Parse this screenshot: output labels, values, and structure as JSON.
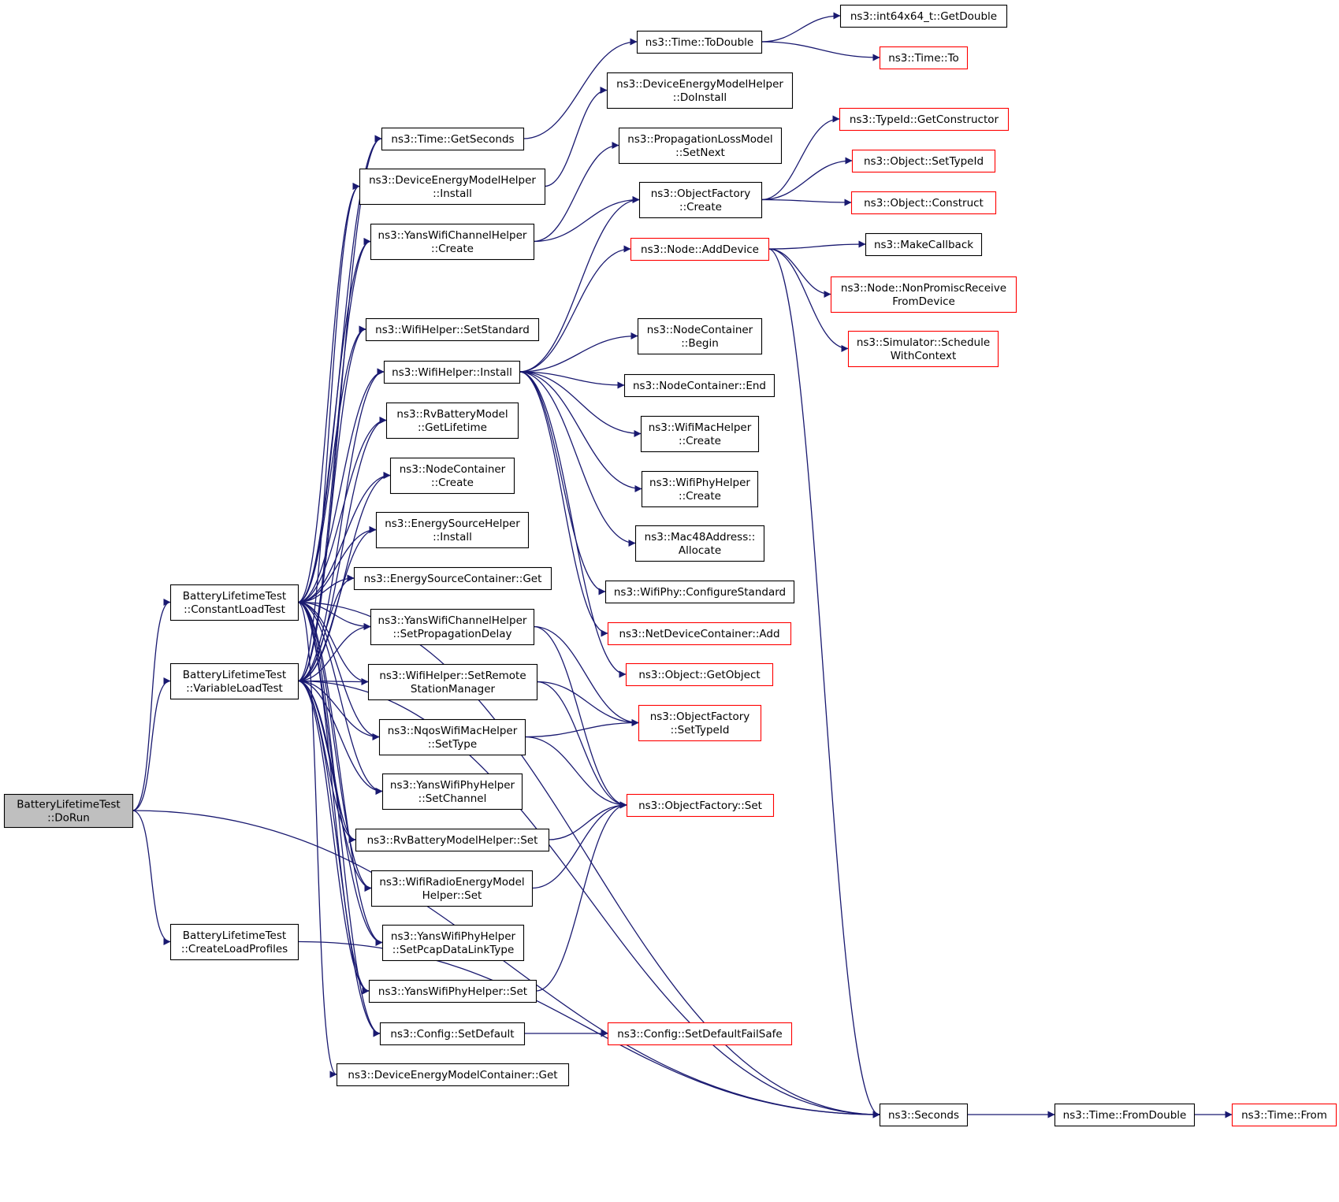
{
  "colors": {
    "edge": "#191970",
    "black_border": "#000000",
    "red_border": "#ff0000",
    "root_fill": "#bfbfbf",
    "node_fill": "#ffffff"
  },
  "nodes": {
    "dorun": [
      "BatteryLifetimeTest",
      "::DoRun"
    ],
    "constantload": [
      "BatteryLifetimeTest",
      "::ConstantLoadTest"
    ],
    "variableload": [
      "BatteryLifetimeTest",
      "::VariableLoadTest"
    ],
    "createprofiles": [
      "BatteryLifetimeTest",
      "::CreateLoadProfiles"
    ],
    "getseconds": [
      "ns3::Time::GetSeconds"
    ],
    "demhelper_install": [
      "ns3::DeviceEnergyModelHelper",
      "::Install"
    ],
    "yanschannel_create": [
      "ns3::YansWifiChannelHelper",
      "::Create"
    ],
    "wifihelper_setstandard": [
      "ns3::WifiHelper::SetStandard"
    ],
    "wifihelper_install": [
      "ns3::WifiHelper::Install"
    ],
    "rvbattery_getlifetime": [
      "ns3::RvBatteryModel",
      "::GetLifetime"
    ],
    "nodecontainer_create": [
      "ns3::NodeContainer",
      "::Create"
    ],
    "energysource_install": [
      "ns3::EnergySourceHelper",
      "::Install"
    ],
    "energysourcecontainer_get": [
      "ns3::EnergySourceContainer::Get"
    ],
    "yanschannel_setpropdelay": [
      "ns3::YansWifiChannelHelper",
      "::SetPropagationDelay"
    ],
    "wifihelper_setremote": [
      "ns3::WifiHelper::SetRemote",
      "StationManager"
    ],
    "nqos_settype": [
      "ns3::NqosWifiMacHelper",
      "::SetType"
    ],
    "yansphy_setchannel": [
      "ns3::YansWifiPhyHelper",
      "::SetChannel"
    ],
    "rvbatteryhelper_set": [
      "ns3::RvBatteryModelHelper::Set"
    ],
    "wifiradio_set": [
      "ns3::WifiRadioEnergyModel",
      "Helper::Set"
    ],
    "yansphy_setpcap": [
      "ns3::YansWifiPhyHelper",
      "::SetPcapDataLinkType"
    ],
    "yansphy_set": [
      "ns3::YansWifiPhyHelper::Set"
    ],
    "config_setdefault": [
      "ns3::Config::SetDefault"
    ],
    "demcontainer_get": [
      "ns3::DeviceEnergyModelContainer::Get"
    ],
    "time_todouble": [
      "ns3::Time::ToDouble"
    ],
    "dem_doinstall": [
      "ns3::DeviceEnergyModelHelper",
      "::DoInstall"
    ],
    "proploss_setnext": [
      "ns3::PropagationLossModel",
      "::SetNext"
    ],
    "objectfactory_create": [
      "ns3::ObjectFactory",
      "::Create"
    ],
    "node_adddevice": [
      "ns3::Node::AddDevice"
    ],
    "nodecontainer_begin": [
      "ns3::NodeContainer",
      "::Begin"
    ],
    "nodecontainer_end": [
      "ns3::NodeContainer::End"
    ],
    "wifimac_create": [
      "ns3::WifiMacHelper",
      "::Create"
    ],
    "wifiphy_create": [
      "ns3::WifiPhyHelper",
      "::Create"
    ],
    "mac48_allocate": [
      "ns3::Mac48Address::",
      "Allocate"
    ],
    "wifiphy_configure": [
      "ns3::WifiPhy::ConfigureStandard"
    ],
    "netdevicecontainer_add": [
      "ns3::NetDeviceContainer::Add"
    ],
    "object_getobject": [
      "ns3::Object::GetObject"
    ],
    "objectfactory_settypeid": [
      "ns3::ObjectFactory",
      "::SetTypeId"
    ],
    "objectfactory_set": [
      "ns3::ObjectFactory::Set"
    ],
    "config_setdefaultfailsafe": [
      "ns3::Config::SetDefaultFailSafe"
    ],
    "seconds": [
      "ns3::Seconds"
    ],
    "int64_getdouble": [
      "ns3::int64x64_t::GetDouble"
    ],
    "time_to": [
      "ns3::Time::To"
    ],
    "typeid_getconstructor": [
      "ns3::TypeId::GetConstructor"
    ],
    "object_settypeid": [
      "ns3::Object::SetTypeId"
    ],
    "object_construct": [
      "ns3::Object::Construct"
    ],
    "makecallback": [
      "ns3::MakeCallback"
    ],
    "node_nonpromisc": [
      "ns3::Node::NonPromiscReceive",
      "FromDevice"
    ],
    "simulator_schedule": [
      "ns3::Simulator::Schedule",
      "WithContext"
    ],
    "time_fromdouble": [
      "ns3::Time::FromDouble"
    ],
    "time_from": [
      "ns3::Time::From"
    ]
  }
}
